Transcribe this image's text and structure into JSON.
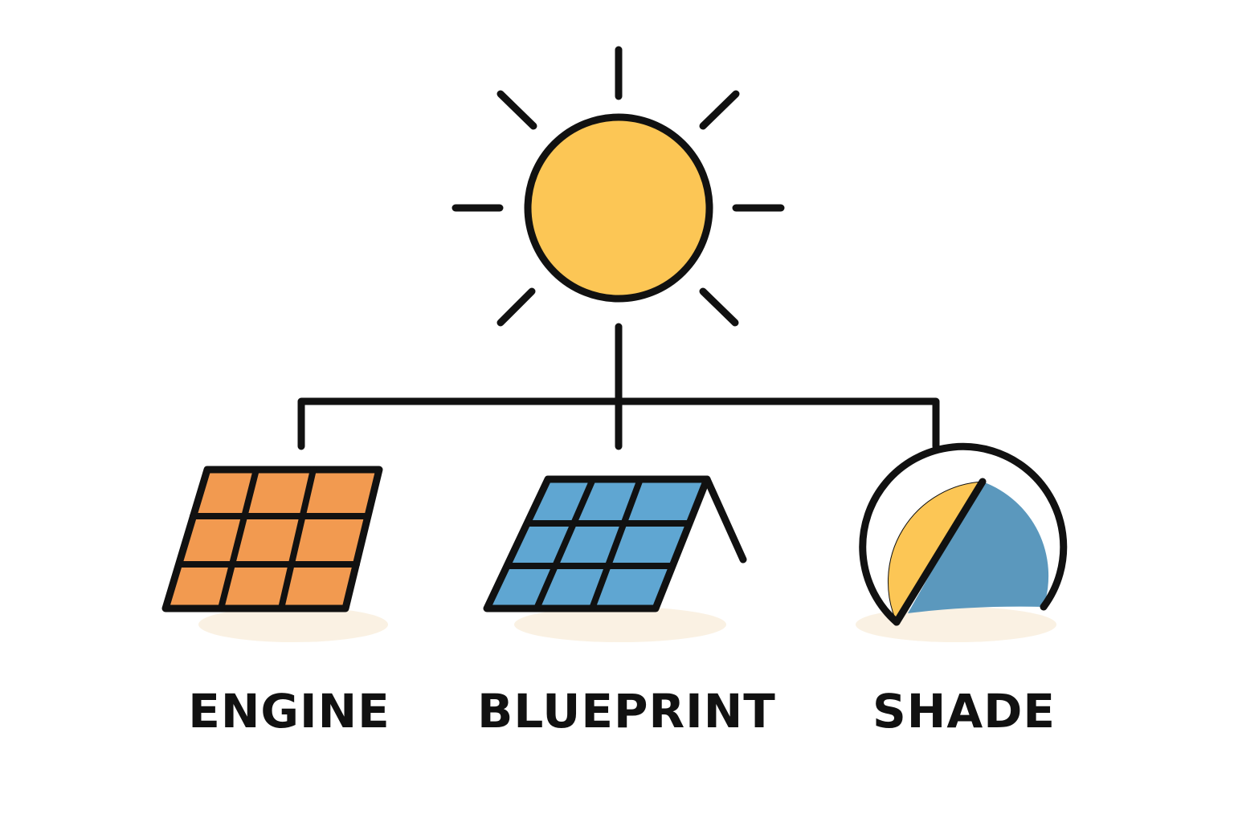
{
  "colors": {
    "outline": "#111111",
    "sun": "#FCC655",
    "engine_panel": "#F29A50",
    "blueprint_panel": "#5FA6D2",
    "shade_blue": "#5B98BD",
    "ground_shadow": "#FAF1E3"
  },
  "nodes": [
    {
      "id": "sun",
      "icon": "sun-icon"
    },
    {
      "id": "engine",
      "label": "ENGINE",
      "icon": "orange-solar-panel-icon"
    },
    {
      "id": "blueprint",
      "label": "BLUEPRINT",
      "icon": "blue-tilted-solar-panel-icon"
    },
    {
      "id": "shade",
      "label": "SHADE",
      "icon": "half-shaded-dome-icon"
    }
  ],
  "edges": [
    {
      "from": "sun",
      "to": "engine"
    },
    {
      "from": "sun",
      "to": "blueprint"
    },
    {
      "from": "sun",
      "to": "shade"
    }
  ]
}
